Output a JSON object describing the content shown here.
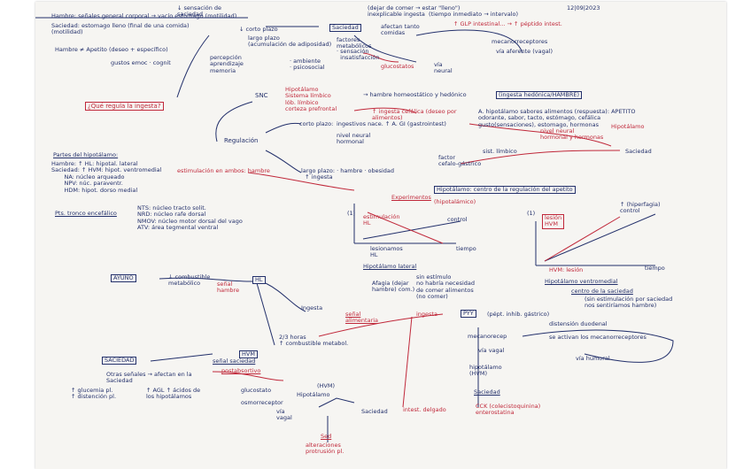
{
  "colors": {
    "ink": "#23306b",
    "red": "#c0283a",
    "paper": "#f6f5f2"
  },
  "notes": {
    "date": "12|09|2023",
    "top_mid": "↓ sensación de\nsaciedad",
    "top_right": "(dejar de comer → estar \"lleno\")\ninexplicable ingesta  (tiempo inmediato → intervalo)",
    "hambre": "Hambre: señales general corporal → vacío estomago (motilidad)",
    "saciedad_def": "Saciedad: estomago lleno (final de una comida)\n(motilidad)",
    "corto_plazo": "↓ corto plazo",
    "saciedad_box": "Saciedad",
    "largo_plazo": "largo plazo\n(acumulación de adiposidad)",
    "factores": "factores\nmetabólicos",
    "afectan": "afectan tanto\ncomidas",
    "pep_intestinal": "↑ GLP intestinal... → ↑ péptido intest.",
    "mecanorreceptores": "mecanorreceptores",
    "via_aferente": "vía aferente (vagal)",
    "hambre_apetito": "Hambre ≠ Apetito (deseo + específico)",
    "percepcion": "percepción\naprendizaje\nmemoria",
    "gustos": "gustos emoc · cognit",
    "ambiente": "· ambiente\n· psicosocial",
    "sensacion_insatisf": "· sensación\n  insatisfacción",
    "glucostatos": "glucostatos",
    "via_neural": "vía\nneural",
    "reg_ingesta": "¿Qué regula la ingesta?",
    "snc": "SNC",
    "hipotalamo_list": "Hipotálamo\nSistema límbico\nlób. límbico\ncorteza prefrontal",
    "hambre_hom": "→ hambre homeostático y hedónico",
    "ingesta_hedonica": "(ingesta hedónica/HAMBRE)",
    "regulacion": "Regulación",
    "corto_plazo2": "corto plazo:",
    "ingestivos": "ingestivos nace. ↑ A. GI (gastrointest)",
    "red_corto": "↑ ingesta cefálica (deseo por\nalimentos)",
    "nivel_neural": "nivel neural\nhormonal",
    "apetito_list": "A. hipotálamo sabores alimentos (respuesta): APETITO\nodorante, sabor, tacto, estómago, cefálica\ngusto(sensaciones), estomago, hormonas",
    "hipotalamo_r": "Hipotálamo",
    "neural_hormonal": "nivel neural\nhormonal y hormonas",
    "sist_limbico": "sist. límbico",
    "factor_cefalico": "factor\ncefalo-gástrico",
    "saciedad_r": "Saciedad",
    "largo_plazo2": "largo plazo: · hambre · obesidad\n  ↑ ingesta",
    "hipotalamo_centro": "Hipotálamo: centro de la regulación del apetito",
    "nucleos_title": "Partes del hipotálamo:",
    "nucleos": "Hambre: ↑ HL: hipotal. lateral\nSaciedad: ↑ HVM: hipot. ventromedial\n       NA: núcleo arqueado\n       NPV: núc. paraventr.\n       HDM: hipot. dorso medial",
    "lesion_red": "estimulación en ambos: hambre",
    "tronco_title": "Pts. tronco encefálico",
    "tronco": "NTS: núcleo tracto solit.\nNRD: núcleo rafe dorsal\nNMOV: núcleo motor dorsal del vago\nATV: área tegmental ventral",
    "experimentos": "Experimentos",
    "hipotalamico": "(hipotalámico)",
    "exp_label1": "estimulación\nHL",
    "exp_label_ctrl": "control",
    "exp_x_axis": "tiempo",
    "exp_y_axis": "(1)",
    "lesionamos": "lesionamos\nHL",
    "hipotalamo_lateral": "Hipotálamo lateral",
    "afagia": "Afagia (dejar\nhambre) com.)",
    "sin_hambre": "sin estímulo\nno habría necesidad\nde comer alimentos\n(no comer)",
    "exp2_y": "(1)",
    "exp2_label": "lesión\nHVM",
    "exp2_lines": "↑ (hiperfagia)\ncontrol",
    "exp2_x": "HVM: lesión",
    "exp2_axis": "tiempo",
    "hipo_ventromedial": "Hipotálamo ventromedial",
    "centro_saciedad": "centro de la saciedad",
    "ultimo": "(sin estimulación por saciedad\nnos sentiríamos hambre)",
    "ayuno": "AYUNO",
    "combustible1": "↓ combustible\nmetabólico",
    "senal_hambre": "señal\nhambre",
    "hl_box": "HL",
    "ingesta": "Ingesta",
    "porcentaje": "2/3 horas\n↑ combustible metabol.",
    "hvm_box": "HVM",
    "senal_saciedad": "señal saciedad",
    "posabsorptivo": "postabsortivo",
    "saciedad_box2": "SACIEDAD",
    "otras_senales": "Otras señales → afectan en la\nSaciedad",
    "glucosa": "↑ glucemia pl.\n↑ distención pl.",
    "acidos": "↑ AGL ↑ ácidos de\nlos hipotálamos",
    "hvm_sign": "(HVM)",
    "glucostato": "glucostato",
    "osmorreceptor": "osmorreceptor",
    "hipotalamo_b": "Hipotálamo",
    "saciedad_b": "Saciedad",
    "via_vagal": "vía\nvagal",
    "sed": "Sed",
    "sed_desc": "alteraciones\nprotrusión pl.",
    "senal_alimentaria": "señal\nalimentaria",
    "ingesta_b": "ingesta",
    "pyy": "PYY",
    "pept_info": "(pépt. inhib. gástrico)",
    "mecanorecep": "mecanorecep",
    "via_vagal2": "vía vagal",
    "hipotalamo_hv": "hipotálamo\n(HVM)",
    "saciedad_final": "Saciedad",
    "distension": "distensión duodenal",
    "activan": "se activan los mecanorreceptores",
    "via_humoral": "vía humoral",
    "intest_del": "intest. delgado",
    "cck": "CCK (colecistoquinina)\nenterostatina"
  }
}
